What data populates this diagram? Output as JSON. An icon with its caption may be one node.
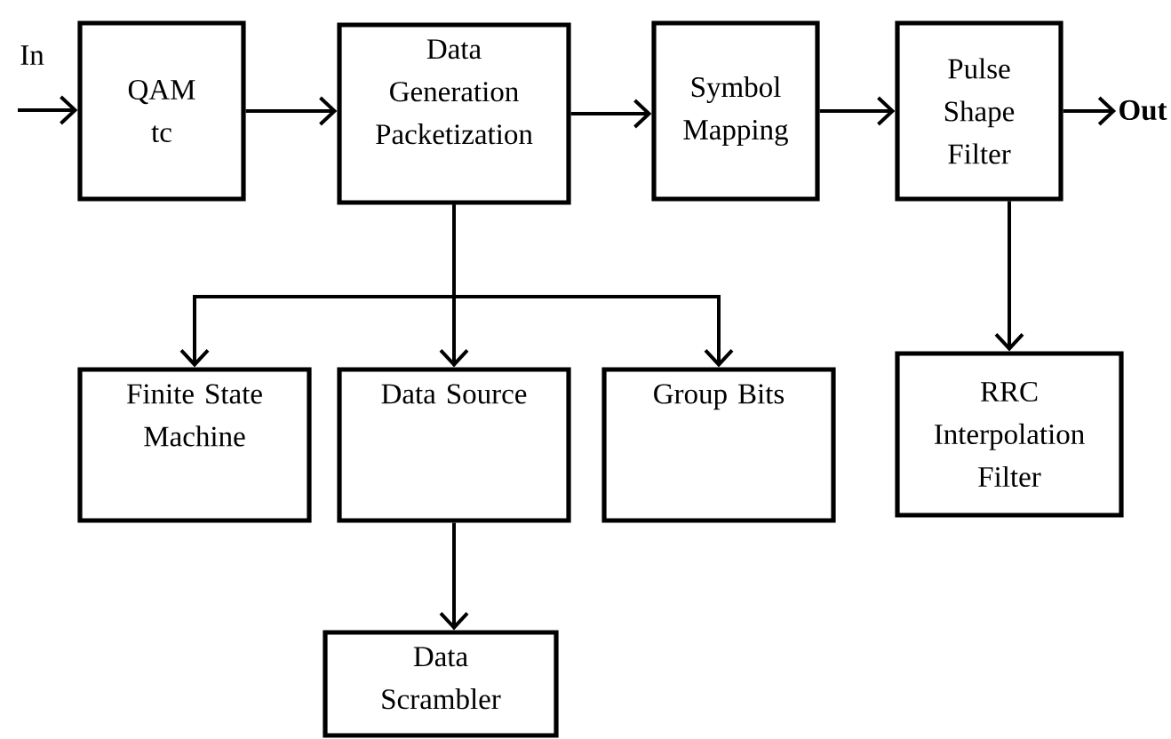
{
  "diagram": {
    "nodes": [
      {
        "text": [
          "QAM tc"
        ]
      },
      {
        "text": [
          "Data Generation Packetization"
        ]
      },
      {
        "text": [
          "Symbol Mapping"
        ]
      },
      {
        "text": [
          "Pulse Shape Filter"
        ]
      },
      {
        "text": [
          "Finite State Machine"
        ]
      },
      {
        "text": [
          "Data Source"
        ]
      },
      {
        "text": [
          "Group Bits"
        ]
      },
      {
        "text": [
          "RRC Interpolation Filter"
        ]
      },
      {
        "text": [
          "Data Scrambler"
        ]
      },
      {
        "text": [
          "Out"
        ]
      }
    ],
    "edges": [
      {
        "from": null,
        "to": 0,
        "arrow": "to"
      },
      {
        "from": 0,
        "to": 1,
        "arrow": "to"
      },
      {
        "from": 1,
        "to": 2,
        "arrow": "to"
      },
      {
        "from": 2,
        "to": 3,
        "arrow": "to"
      },
      {
        "from": 3,
        "to": 9,
        "arrow": "to"
      },
      {
        "from": 1,
        "to": 4,
        "arrow": "to"
      },
      {
        "from": 1,
        "to": 5,
        "arrow": "to"
      },
      {
        "from": 1,
        "to": 6,
        "arrow": "to"
      },
      {
        "from": 3,
        "to": 7,
        "arrow": "to"
      },
      {
        "from": 5,
        "to": 8,
        "arrow": "to"
      }
    ],
    "labels": [
      "In"
    ]
  }
}
